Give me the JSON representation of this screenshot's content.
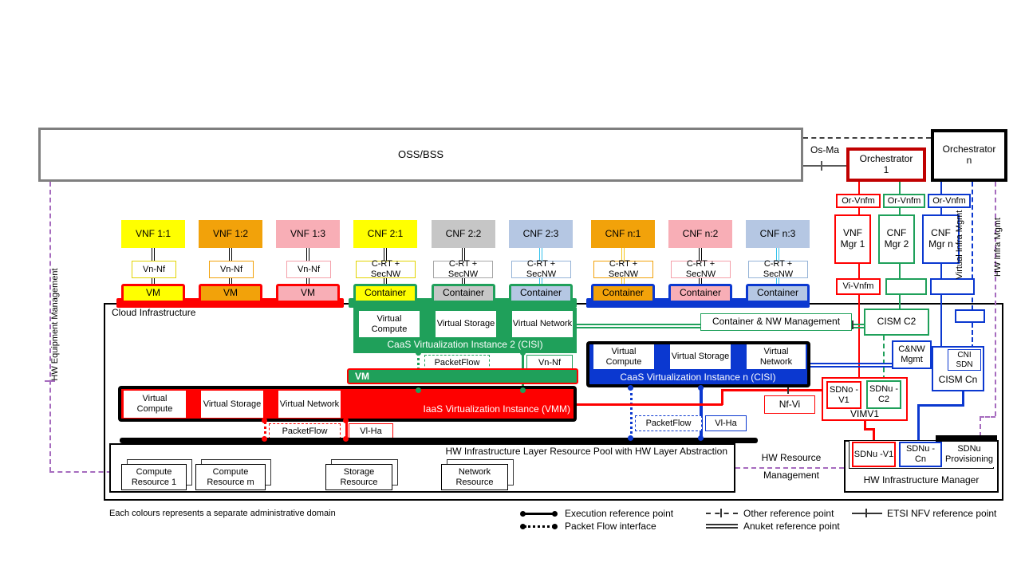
{
  "colors": {
    "yellow": "#FFFF00",
    "orange": "#F2A20A",
    "pink": "#F8AEB6",
    "gray": "#C6C6C6",
    "light_blue": "#B5C7E3",
    "cyan": "#33C1EC",
    "green": "#1FA05A",
    "red": "#FF0000",
    "blue": "#0B38D0",
    "purple": "#A66BBE",
    "oss_border": "#7F7F7F",
    "orchestrator1_border": "#C00000"
  },
  "top": {
    "oss_bss": "OSS/BSS",
    "os_ma": "Os-Ma",
    "orchestrator_1": "Orchestrator 1",
    "orchestrator_n": "Orchestrator n"
  },
  "mano": {
    "or_vnfm": [
      "Or-Vnfm",
      "Or-Vnfm",
      "Or-Vnfm"
    ],
    "managers": [
      "VNF Mgr 1",
      "CNF Mgr 2",
      "CNF Mgr n"
    ],
    "vi_vnfm": "Vi-Vnfm"
  },
  "side_labels": {
    "virtual_infra_mgmt": "Virtual Infra Mgmt",
    "hw_infra_mgmt": "HW Infra Mgmt",
    "hw_equipment_mgmt": "HW Equipment Management"
  },
  "nf_columns": [
    {
      "label": "VNF 1:1",
      "ref": "Vn-Nf",
      "platform": "VM"
    },
    {
      "label": "VNF 1:2",
      "ref": "Vn-Nf",
      "platform": "VM"
    },
    {
      "label": "VNF 1:3",
      "ref": "Vn-Nf",
      "platform": "VM"
    },
    {
      "label": "CNF 2:1",
      "ref": "C-RT + SecNW",
      "platform": "Container"
    },
    {
      "label": "CNF 2:2",
      "ref": "C-RT + SecNW",
      "platform": "Container"
    },
    {
      "label": "CNF 2:3",
      "ref": "C-RT + SecNW",
      "platform": "Container"
    },
    {
      "label": "CNF n:1",
      "ref": "C-RT + SecNW",
      "platform": "Container"
    },
    {
      "label": "CNF n:2",
      "ref": "C-RT + SecNW",
      "platform": "Container"
    },
    {
      "label": "CNF n:3",
      "ref": "C-RT + SecNW",
      "platform": "Container"
    }
  ],
  "cloud": {
    "title": "Cloud Infrastructure",
    "caas2": {
      "compute": "Virtual Compute",
      "storage": "Virtual Storage",
      "network": "Virtual Network",
      "label": "CaaS Virtualization Instance 2 (CISI)",
      "packetflow": "PacketFlow",
      "vnnf": "Vn-Nf"
    },
    "vm_bar": "VM",
    "vmm": {
      "compute": "Virtual Compute",
      "storage": "Virtual Storage",
      "network": "Virtual Network",
      "label": "IaaS Virtualization Instance (VMM)",
      "packetflow": "PacketFlow",
      "vlha": "Vl-Ha"
    },
    "caasn": {
      "compute": "Virtual Compute",
      "storage": "Virtual Storage",
      "network": "Virtual Network",
      "label": "CaaS Virtualization Instance n (CISI)",
      "packetflow": "PacketFlow",
      "vlha": "Vl-Ha"
    },
    "container_nw_mgmt": "Container & NW Management",
    "cism_c2": "CISM C2",
    "cnw_mgmt": "C&NW Mgmt",
    "cni_sdn": "CNI SDN",
    "cism_cn": "CISM Cn",
    "vim": {
      "sdno_v1": "SDNo -V1",
      "sdnu_c2": "SDNu -C2",
      "label": "VIMV1"
    },
    "nf_vi": "Nf-Vi",
    "pool": {
      "label": "HW Infrastructure Layer Resource Pool with HW Layer Abstraction",
      "resources": [
        "Compute Resource 1",
        "Compute Resource m",
        "Storage Resource",
        "Network Resource"
      ]
    },
    "hw_resource_mgmt_line1": "HW Resource",
    "hw_resource_mgmt_line2": "Management",
    "him": {
      "sdnu_v1": "SDNu -V1",
      "sdnu_cn": "SDNu -Cn",
      "sdnu_prov": "SDNu Provisioning",
      "label": "HW Infrastructure Manager"
    }
  },
  "footer": {
    "note": "Each colours represents a separate administrative domain",
    "legend": [
      "Execution reference point",
      "Packet Flow interface",
      "Other reference point",
      "Anuket reference point",
      "ETSI NFV reference point"
    ]
  }
}
